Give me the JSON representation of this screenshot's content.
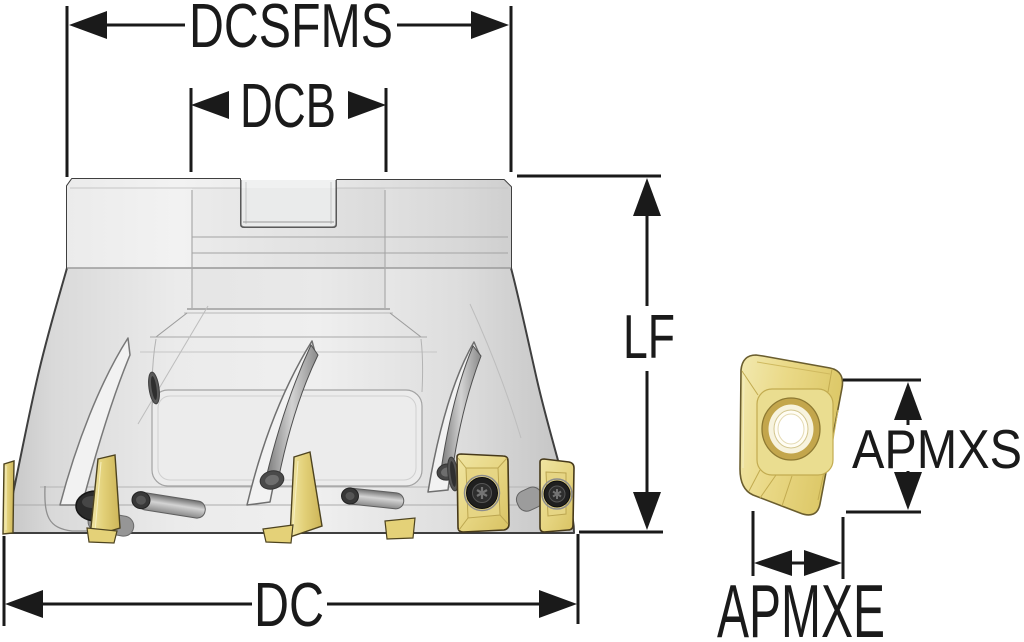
{
  "figure": {
    "kind": "technical-dimension-drawing",
    "subject": "indexable face milling cutter with screw-clamped parallelogram inserts"
  },
  "dimensions": {
    "dcsfms": "DCSFMS",
    "dcb": "DCB",
    "lf": "LF",
    "dc": "DC",
    "apmxs": "APMXS",
    "apmxe": "APMXE"
  },
  "colors": {
    "dimension_ink": "#1a1a1a",
    "body_light": "#f0f0f0",
    "body_mid": "#dcdcdc",
    "body_dark": "#c6c6c6",
    "outline": "#3f3f3f",
    "insert_face": "#ead987",
    "insert_face_light": "#f2e9b0",
    "insert_edge_dark": "#dcc766",
    "insert_outline": "#6a5d2e",
    "screw_black": "#1f1f1f",
    "hole_ring_gold": "#c3a64c",
    "background": "#ffffff"
  }
}
